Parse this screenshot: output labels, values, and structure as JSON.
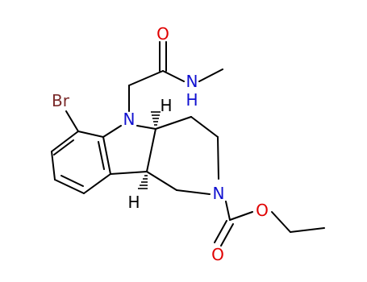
{
  "molecule": {
    "atoms": {
      "o_amide": "O",
      "nh_amide": "N\nH",
      "n_amide": "N",
      "h_amide": "H",
      "br": "Br",
      "n_indole": "N",
      "h_top": "H",
      "h_bottom": "H",
      "n_ring": "N",
      "o_ester": "O",
      "o_carbonyl": "O"
    },
    "colors": {
      "bond": "#000000",
      "nitrogen": "#1010d0",
      "oxygen": "#e00000",
      "bromine": "#7a2a2a",
      "hydrogen": "#000000"
    }
  }
}
